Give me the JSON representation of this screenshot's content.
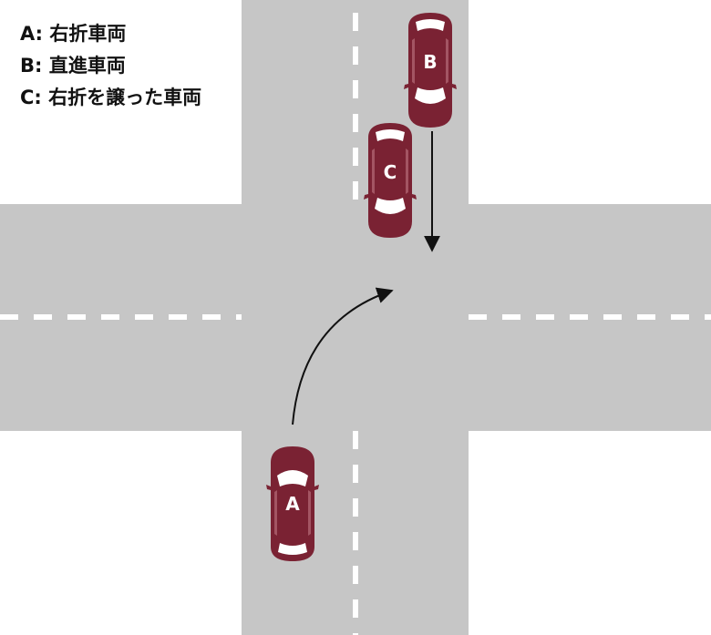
{
  "legend": {
    "vehicle_a": "A: 右折車両",
    "vehicle_b": "B: 直進車両",
    "vehicle_c": "C: 右折を譲った車両"
  },
  "vehicles": {
    "a": {
      "label": "A"
    },
    "b": {
      "label": "B"
    },
    "c": {
      "label": "C"
    }
  },
  "colors": {
    "road": "#c6c6c6",
    "lane_marking": "#ffffff",
    "car_body": "#7a2233",
    "car_glass": "#ffffff",
    "arrow": "#111111"
  }
}
